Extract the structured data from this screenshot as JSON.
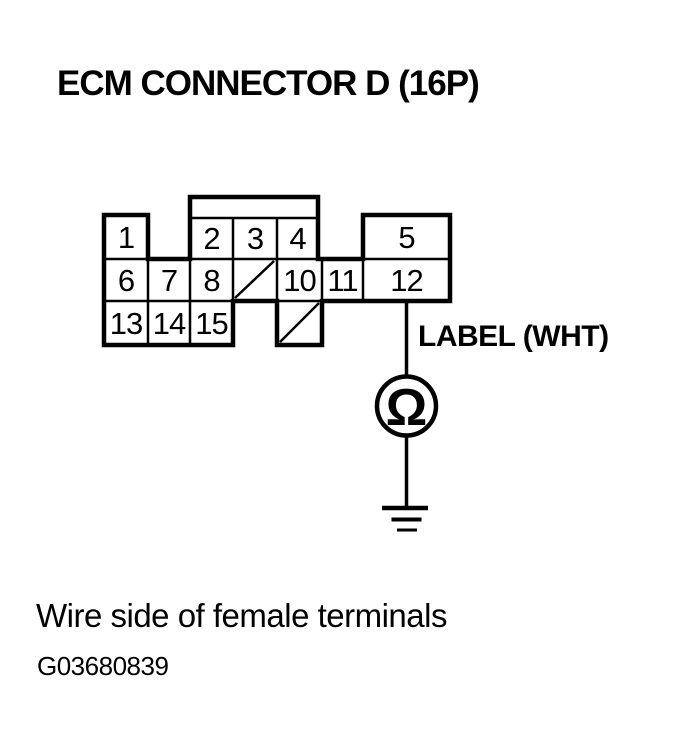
{
  "page": {
    "background": "#ffffff",
    "ink": "#000000"
  },
  "title": "ECM CONNECTOR D (16P)",
  "connector": {
    "pins": [
      "1",
      "2",
      "3",
      "4",
      "5",
      "6",
      "7",
      "8",
      "10",
      "11",
      "12",
      "13",
      "14",
      "15"
    ]
  },
  "probe": {
    "wire_label": "LABEL (WHT)",
    "meter_symbol": "Ω"
  },
  "caption": "Wire side of female terminals",
  "figure_id": "G03680839"
}
